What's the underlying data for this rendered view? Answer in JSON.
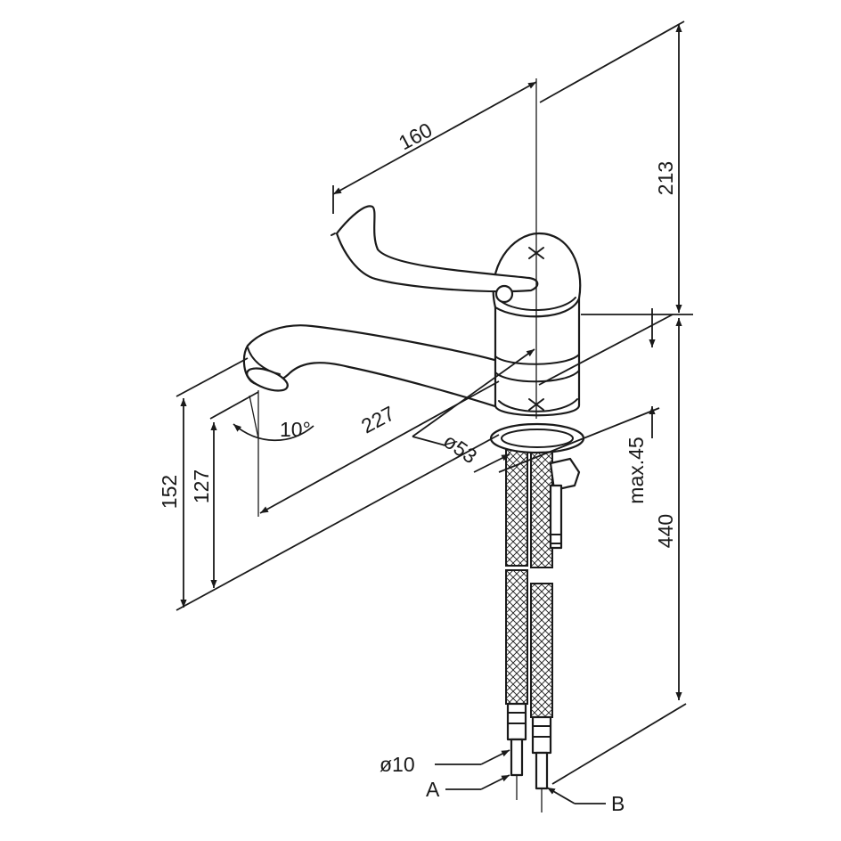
{
  "dimensions": {
    "handle_length": "160",
    "total_height": "213",
    "spout_length": "227",
    "spout_height_max": "152",
    "spout_height_outlet": "127",
    "spout_angle": "10°",
    "base_diameter": "ø53",
    "deck_thickness": "max.45",
    "hose_length": "440",
    "hose_diameter": "ø10"
  },
  "labels": {
    "connection_a": "A",
    "connection_b": "B"
  }
}
